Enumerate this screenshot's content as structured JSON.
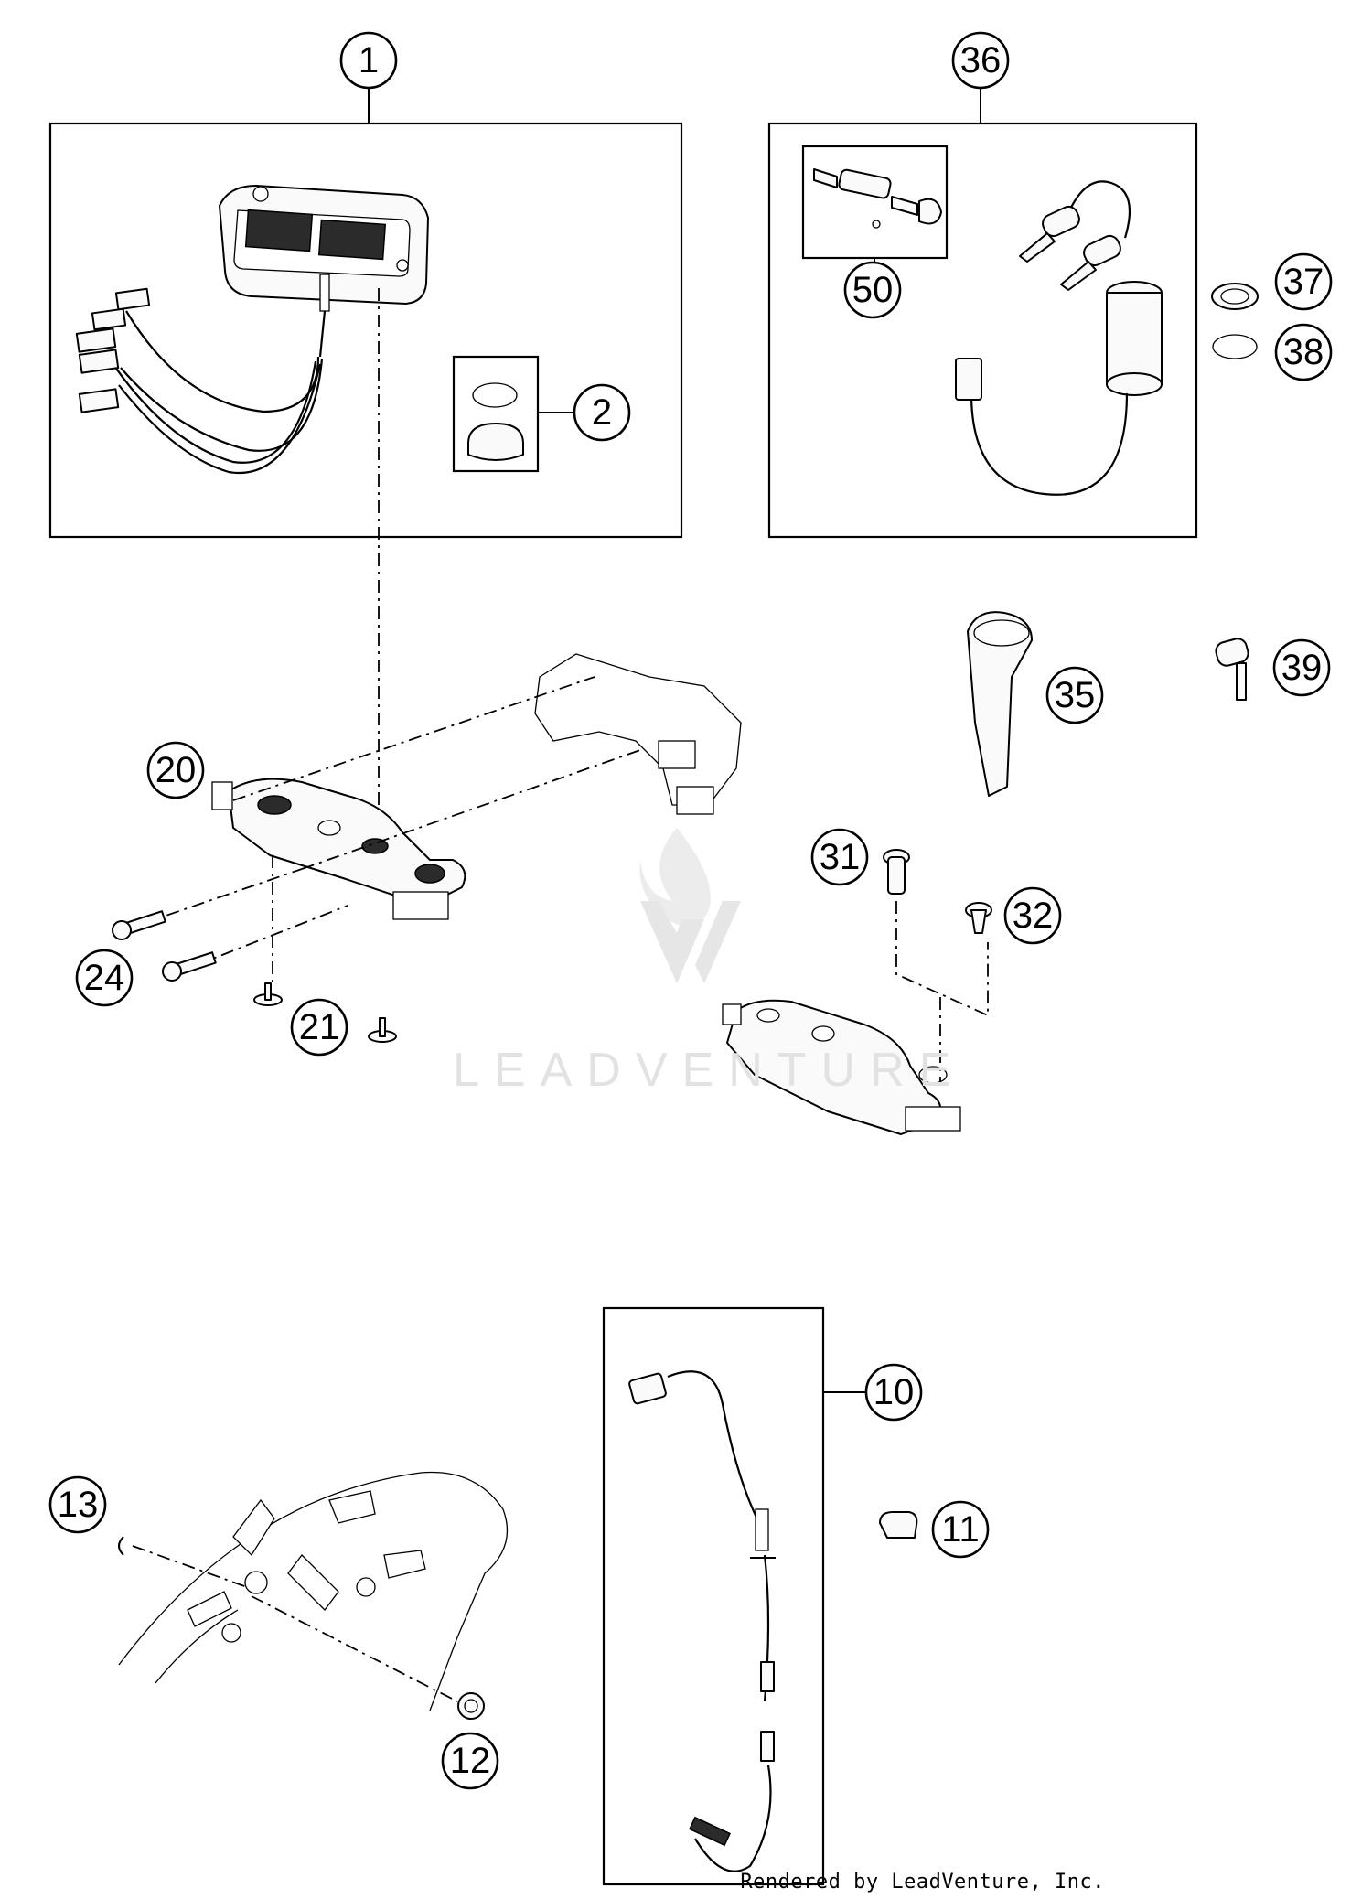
{
  "callouts": [
    {
      "id": "c1",
      "label": "1"
    },
    {
      "id": "c2",
      "label": "2"
    },
    {
      "id": "c10",
      "label": "10"
    },
    {
      "id": "c11",
      "label": "11"
    },
    {
      "id": "c12",
      "label": "12"
    },
    {
      "id": "c13",
      "label": "13"
    },
    {
      "id": "c20",
      "label": "20"
    },
    {
      "id": "c21",
      "label": "21"
    },
    {
      "id": "c24",
      "label": "24"
    },
    {
      "id": "c31",
      "label": "31"
    },
    {
      "id": "c32",
      "label": "32"
    },
    {
      "id": "c35",
      "label": "35"
    },
    {
      "id": "c36",
      "label": "36"
    },
    {
      "id": "c37",
      "label": "37"
    },
    {
      "id": "c38",
      "label": "38"
    },
    {
      "id": "c39",
      "label": "39"
    },
    {
      "id": "c50",
      "label": "50"
    }
  ],
  "watermark": {
    "text": "LEADVENTURE",
    "icon": "leadventure-flame-logo"
  },
  "footer": {
    "credit": "Rendered by LeadVenture, Inc."
  }
}
